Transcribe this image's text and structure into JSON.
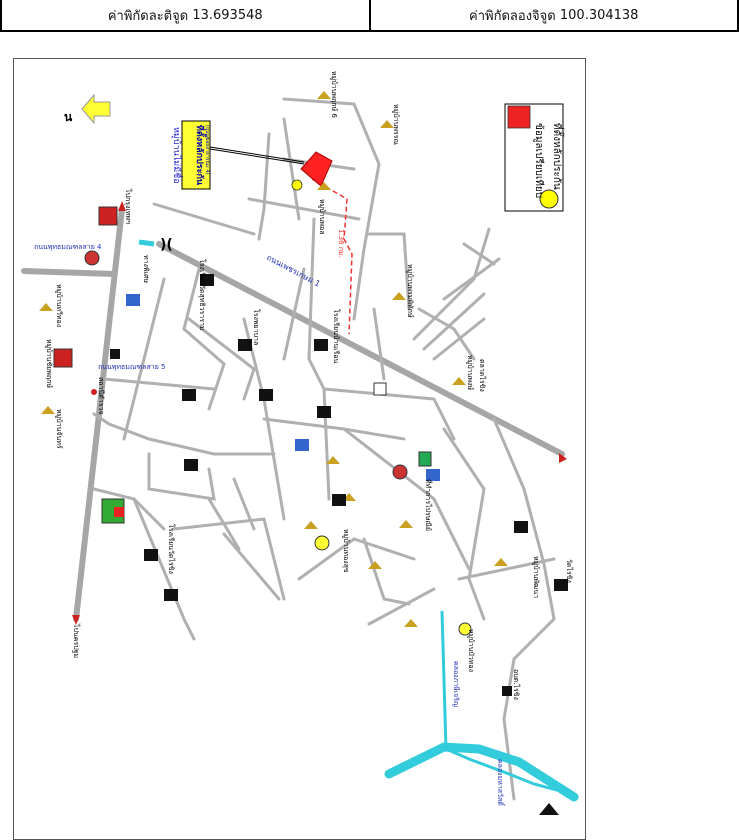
{
  "coords": {
    "lat_label": "ค่าพิกัดละติจูด",
    "lat_value": "13.693548",
    "lon_label": "ค่าพิกัดลองจิจูด",
    "lon_value": "100.304138"
  },
  "map": {
    "north_label": "น",
    "legend": {
      "insured_label": "ที่ตั้งหลักประกัน",
      "landmark_label": "ข้อมูลเปรียบเทียบ"
    },
    "callout": {
      "village": "หมู่บ้านไม่มีชื่อ",
      "collateral": "ที่ตั้งหลักประกัน",
      "detail": "(ถนนซอยสาธารณะ 4)"
    },
    "route": {
      "distance": "1.36 กม.",
      "road_label": "ถนนเพชรเกษม 1"
    },
    "places": [
      "หมู่บ้านพฤกษ์ 6",
      "หมู่บ้านพรรณ",
      "หมู่บ้านพอล",
      "หมู่บ้านพรมพิทักษ์",
      "หมู่บ้านพงษ์",
      "หมู่บ้านทวีทอง",
      "หมู่บ้านชัยพฤกษ์",
      "หมู่บ้านจันทร์",
      "หมู่บ้านพัฒนา",
      "วัดไร่ขิง",
      "โรงเรียนวัดสุทธิวราราม",
      "โรงพยาบาล",
      "โรงเรียนบ้านเรือน",
      "อบต.ไร่ขิง",
      "ตลาดไร่ขิง",
      "ทางพิเศษ",
      "สถานีตำรวจ",
      "คลองภาษีเจริญ",
      "คลองมหาสวัสดิ์",
      "ถนนพุทธมณฑลสาย 4",
      "ถนนพุทธมณฑลสาย 5",
      "ไปนครปฐม",
      "ไปกรุงเทพฯ",
      "หมู่บ้านทองสุข",
      "หมู่บ้านบัวทอง",
      "โรงเรียนวัดไร่ขิง",
      "ที่ทำการไปรษณีย์"
    ]
  }
}
